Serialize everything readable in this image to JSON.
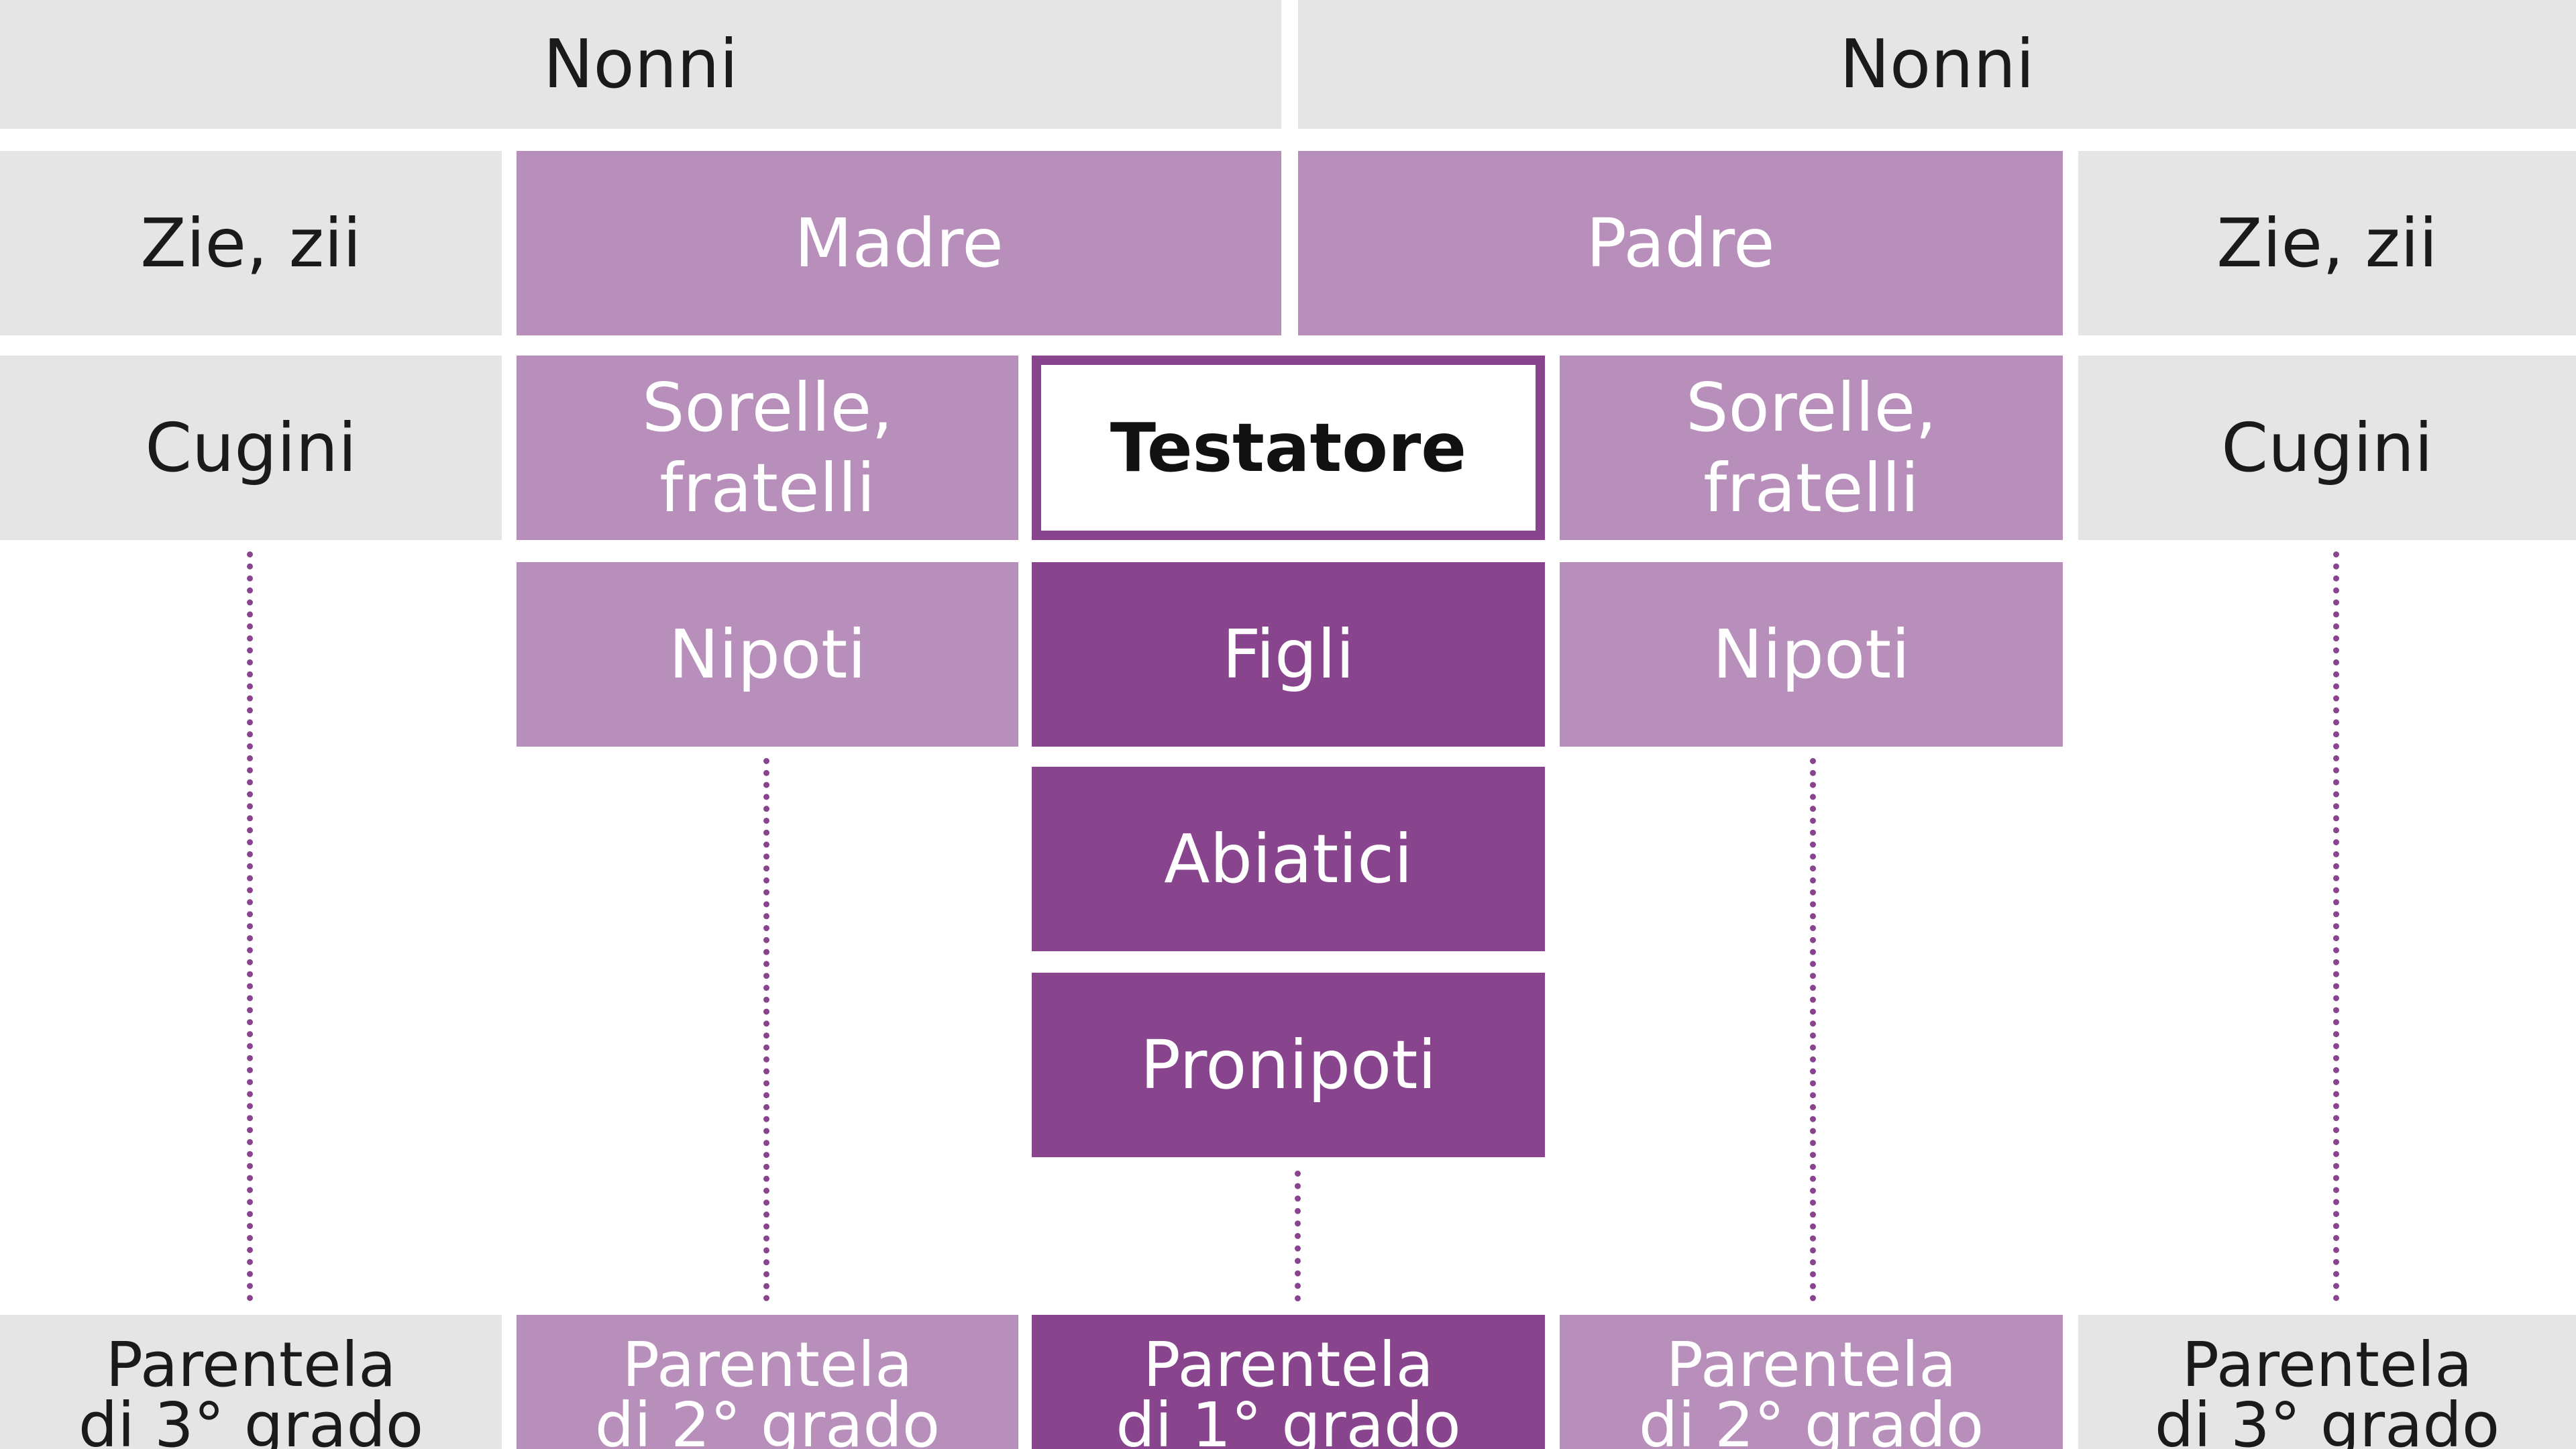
{
  "colors": {
    "gray": "#e5e5e5",
    "light": "#b88fbb",
    "dark": "#88458e",
    "text_dark": "#1a1a1a"
  },
  "nodes": {
    "nonni_left": "Nonni",
    "nonni_right": "Nonni",
    "zie_zii_left": "Zie, zii",
    "madre": "Madre",
    "padre": "Padre",
    "zie_zii_right": "Zie, zii",
    "cugini_left": "Cugini",
    "sorelle_fratelli_left": "Sorelle,\nfratelli",
    "testatore": "Testatore",
    "sorelle_fratelli_right": "Sorelle,\nfratelli",
    "cugini_right": "Cugini",
    "nipoti_left": "Nipoti",
    "figli": "Figli",
    "nipoti_right": "Nipoti",
    "abiatici": "Abiatici",
    "pronipoti": "Pronipoti"
  },
  "degrees": {
    "third_left": "Parentela\ndi 3° grado",
    "second_left": "Parentela\ndi 2° grado",
    "first": "Parentela\ndi 1° grado",
    "second_right": "Parentela\ndi 2° grado",
    "third_right": "Parentela\ndi 3° grado"
  }
}
